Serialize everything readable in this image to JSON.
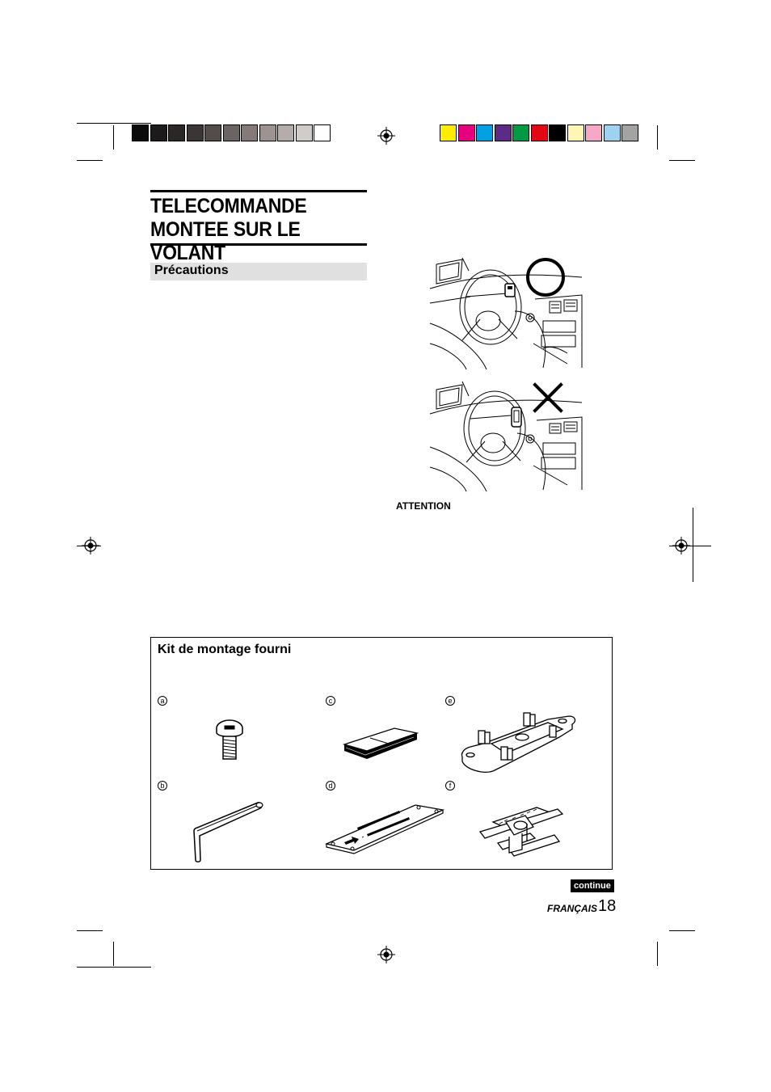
{
  "heading": {
    "line1": "TELECOMMANDE",
    "line2": "MONTEE SUR LE VOLANT"
  },
  "section": {
    "title": "Précautions"
  },
  "figures": {
    "correct_symbol": "circle-mark",
    "incorrect_symbol": "cross-mark",
    "attention_label": "ATTENTION"
  },
  "kit": {
    "title": "Kit de montage fourni",
    "parts": [
      {
        "label": "a",
        "icon": "screw-icon"
      },
      {
        "label": "b",
        "icon": "hex-key-icon"
      },
      {
        "label": "c",
        "icon": "adhesive-pad-icon"
      },
      {
        "label": "d",
        "icon": "template-plate-icon"
      },
      {
        "label": "e",
        "icon": "mounting-bracket-icon"
      },
      {
        "label": "f",
        "icon": "clip-holder-icon"
      }
    ]
  },
  "footer": {
    "continue_label": "continue",
    "language": "FRANÇAIS",
    "page_number": "18"
  },
  "colorbar": {
    "grays": [
      "#0a0a0a",
      "#1c1a1a",
      "#2b2727",
      "#3b3535",
      "#544c4b",
      "#6c6462",
      "#847b79",
      "#9d9492",
      "#b5adab",
      "#d1cbca",
      "#ffffff"
    ],
    "colors": [
      "#ffed00",
      "#e6007e",
      "#00a0e3",
      "#5b2b86",
      "#009a44",
      "#e30613",
      "#000000",
      "#fff6b3",
      "#f5a9c7",
      "#9dd3f0",
      "#a3a3a3"
    ]
  }
}
